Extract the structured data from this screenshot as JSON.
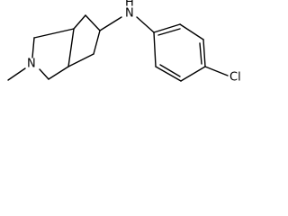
{
  "molecule": {
    "atoms": {
      "bridge_nitrogen": "N",
      "methyl_label": "",
      "amine_nitrogen": "N",
      "amine_hydrogen": "H",
      "chlorine": "Cl"
    }
  }
}
